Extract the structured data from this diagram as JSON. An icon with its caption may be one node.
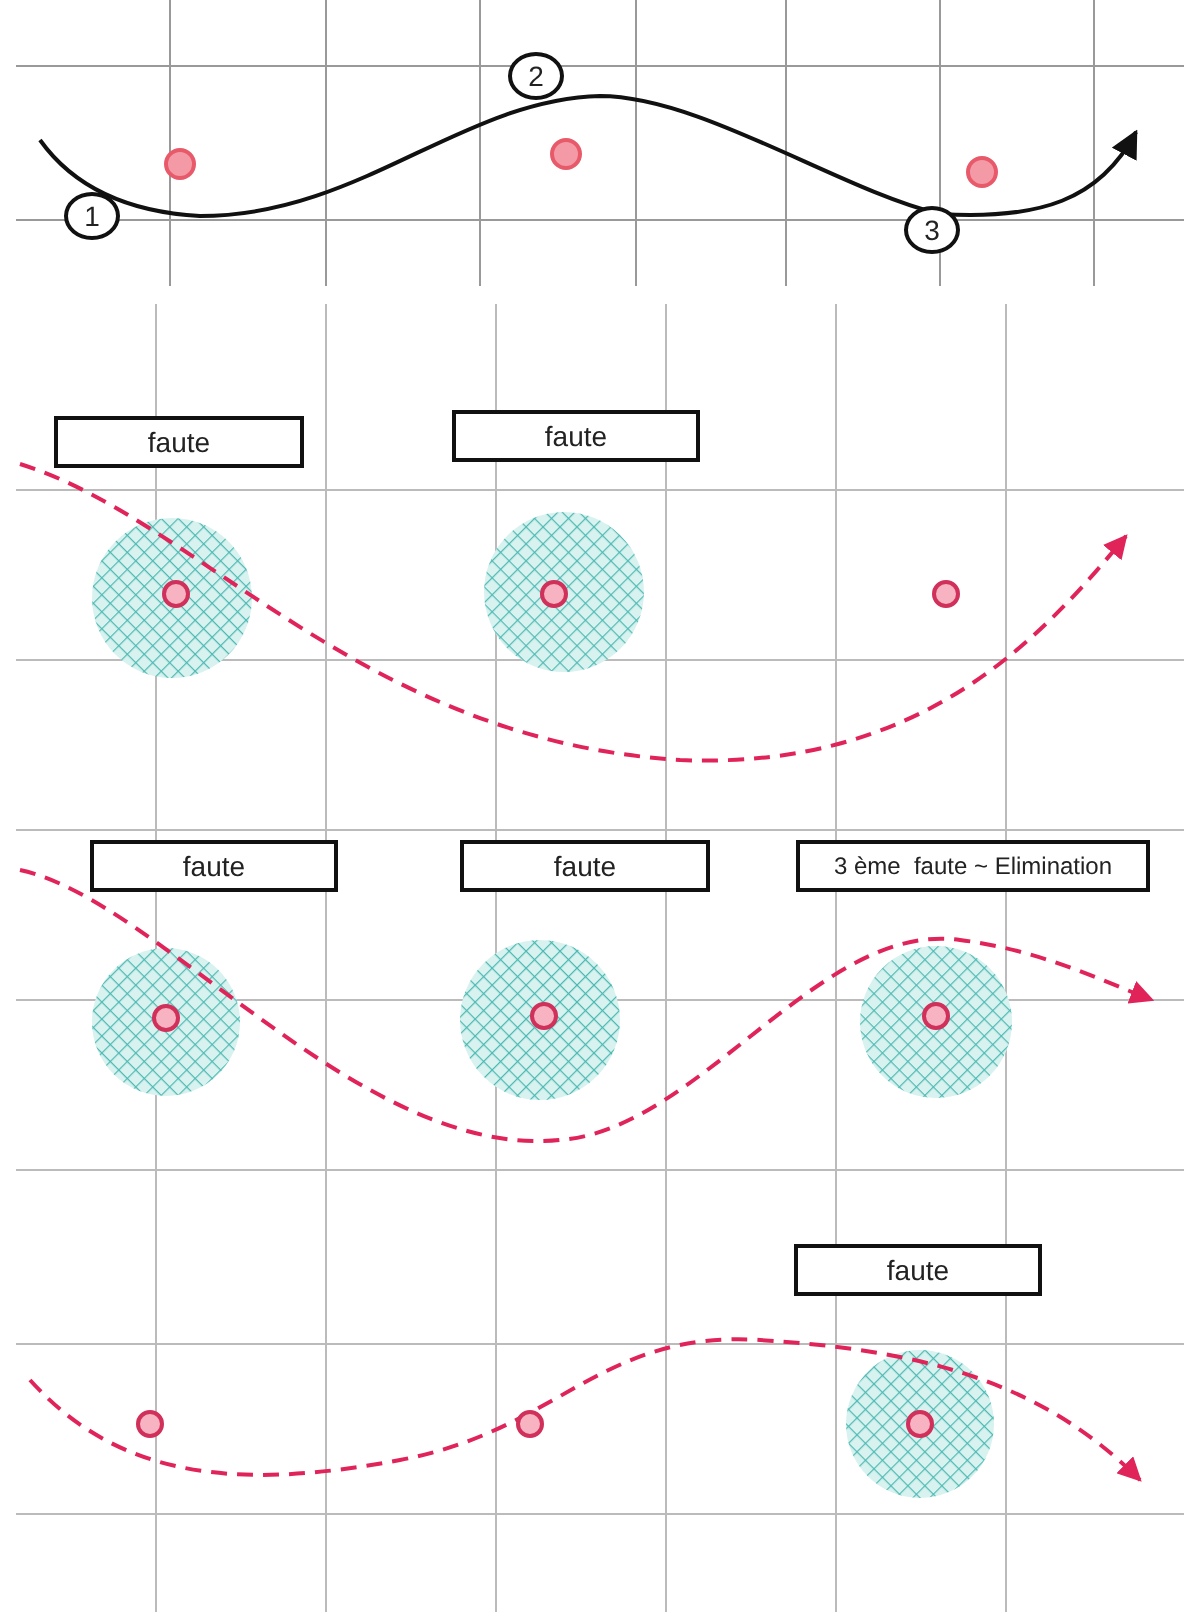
{
  "diagram": {
    "nodes": [
      {
        "text": [
          "1"
        ]
      },
      {
        "text": [
          "2"
        ]
      },
      {
        "text": [
          "3"
        ]
      },
      {
        "text": [
          "faute"
        ]
      },
      {
        "text": [
          "faute"
        ]
      },
      {
        "text": [
          "faute"
        ]
      },
      {
        "text": [
          "faute"
        ]
      },
      {
        "text": [
          "3 ème  faute ~ Elimination"
        ]
      },
      {
        "text": [
          "faute"
        ]
      }
    ]
  }
}
